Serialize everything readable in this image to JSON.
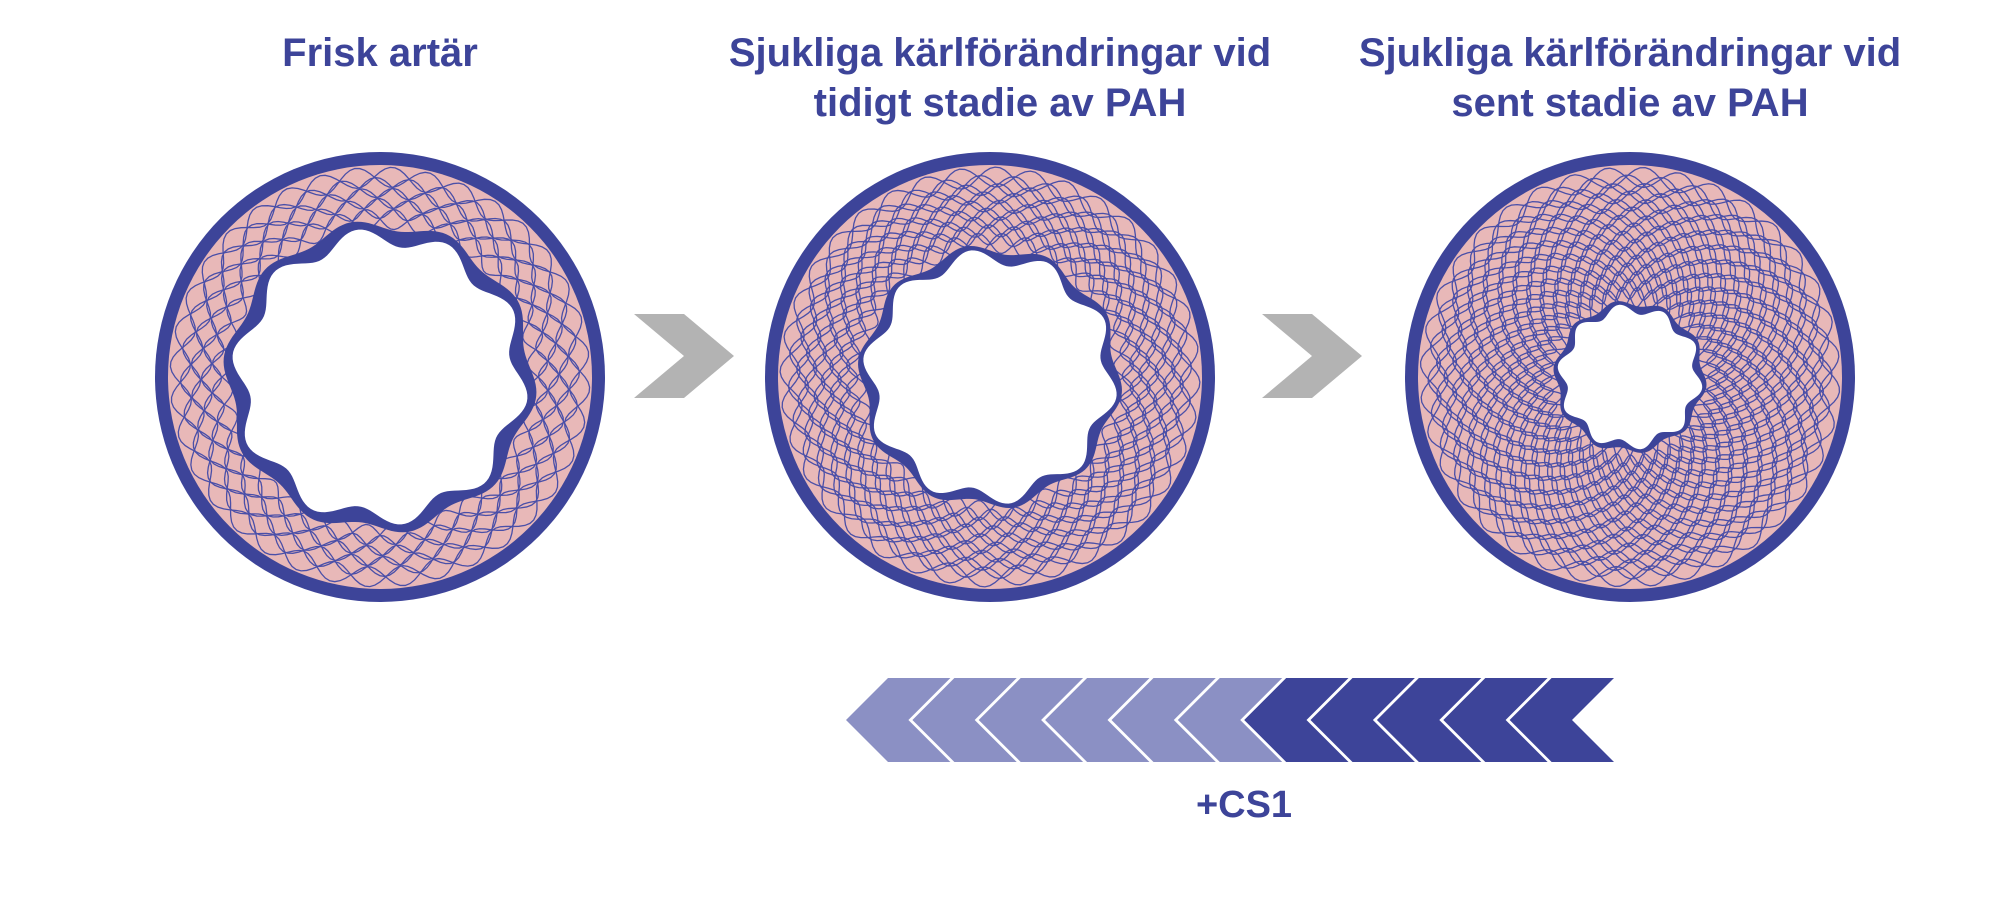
{
  "stages": [
    {
      "title": "Frisk artär",
      "lumen": "large"
    },
    {
      "title": "Sjukliga kärlförändringar vid\ntidigt stadie av PAH",
      "lumen": "medium"
    },
    {
      "title": "Sjukliga kärlförändringar vid\nsent stadie av PAH",
      "lumen": "small"
    }
  ],
  "progression_arrow": {
    "label": "+CS1",
    "light_chevrons": 6,
    "dark_chevrons": 5,
    "direction": "left"
  },
  "colors": {
    "vessel_wall_outline": "#3d4499",
    "tissue": "#e8b8b8",
    "fiber_lines": "#4a4fa8",
    "stage_arrow": "#b3b3b3",
    "chevron_dark": "#3d4499",
    "chevron_light": "#8b90c4",
    "text": "#3d4499"
  }
}
